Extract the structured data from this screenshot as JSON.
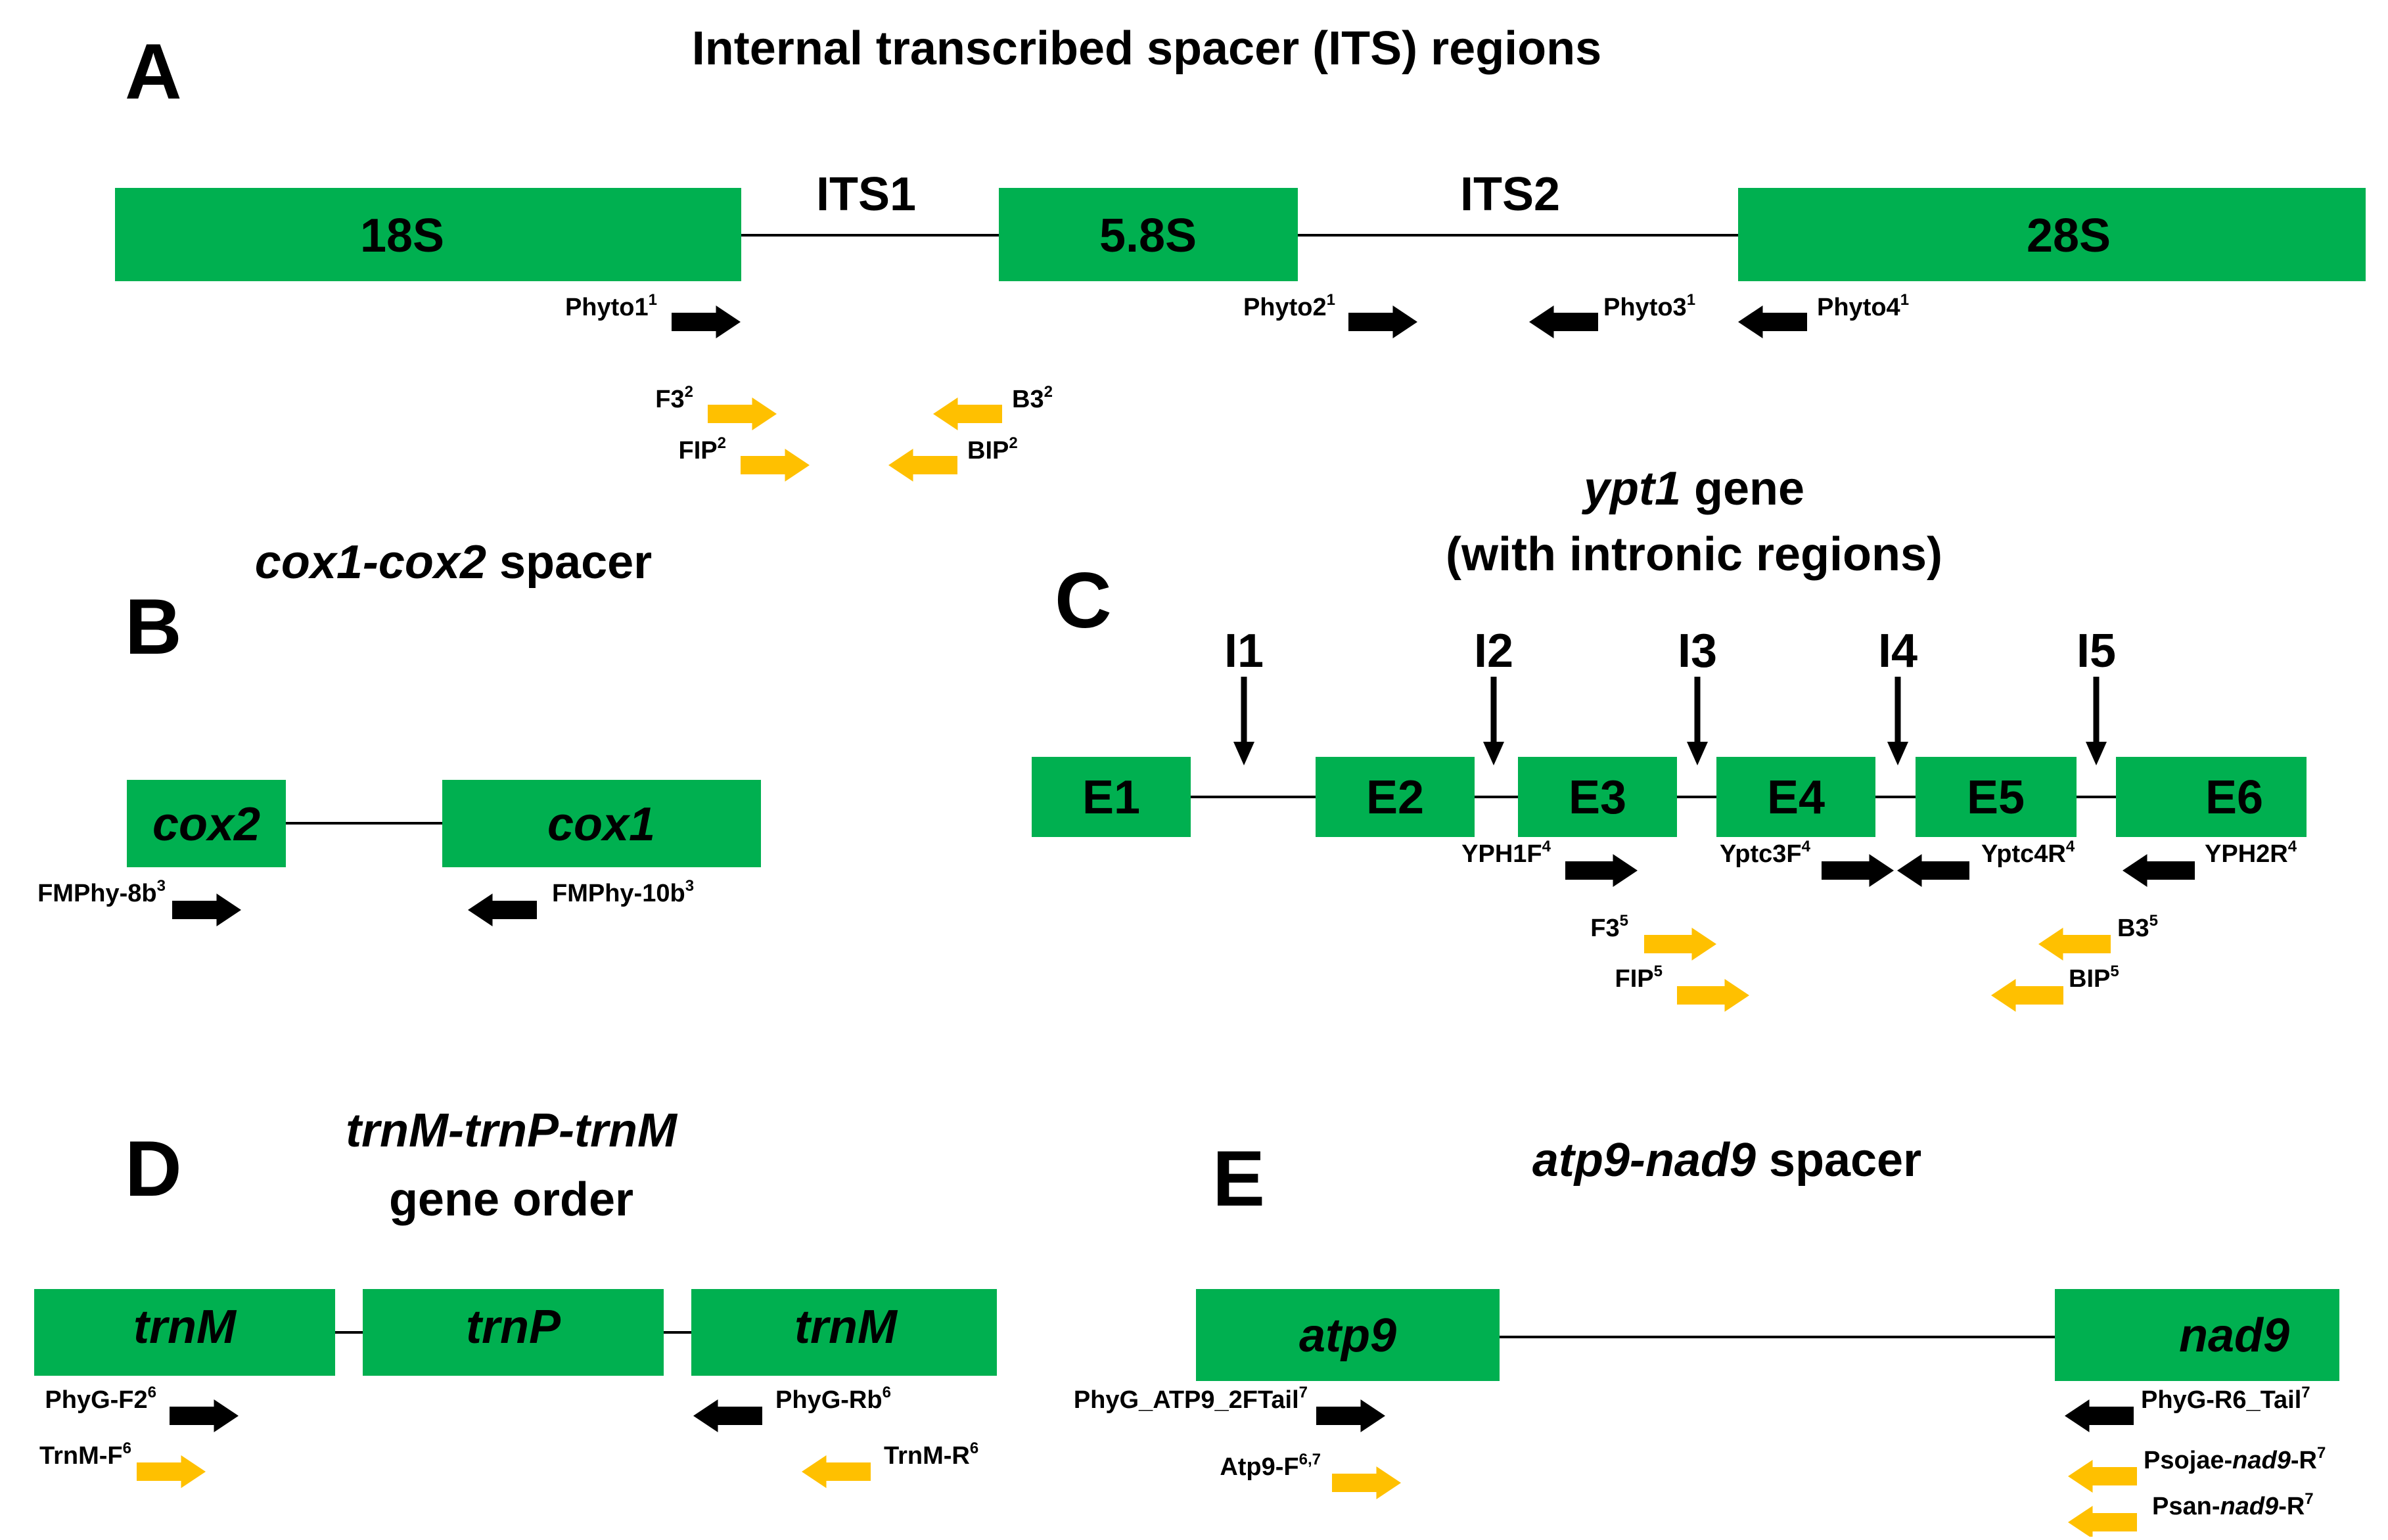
{
  "colors": {
    "gene_box": "#00B050",
    "primer_black": "#000000",
    "primer_yellow": "#FFC000",
    "line": "#000000"
  },
  "panels": {
    "A": {
      "letter": "A",
      "title": "Internal transcribed spacer (ITS) regions",
      "segments": [
        "18S",
        "5.8S",
        "28S"
      ],
      "spacers": [
        "ITS1",
        "ITS2"
      ],
      "primers": [
        {
          "name": "Phyto1",
          "sup": "1",
          "color": "black",
          "dir": "right"
        },
        {
          "name": "Phyto2",
          "sup": "1",
          "color": "black",
          "dir": "right"
        },
        {
          "name": "Phyto3",
          "sup": "1",
          "color": "black",
          "dir": "left"
        },
        {
          "name": "Phyto4",
          "sup": "1",
          "color": "black",
          "dir": "left"
        },
        {
          "name": "F3",
          "sup": "2",
          "color": "yellow",
          "dir": "right"
        },
        {
          "name": "B3",
          "sup": "2",
          "color": "yellow",
          "dir": "left"
        },
        {
          "name": "FIP",
          "sup": "2",
          "color": "yellow",
          "dir": "right"
        },
        {
          "name": "BIP",
          "sup": "2",
          "color": "yellow",
          "dir": "left"
        }
      ]
    },
    "B": {
      "letter": "B",
      "title_italic": "cox1-cox2",
      "title_rest": " spacer",
      "segments": [
        "cox2",
        "cox1"
      ],
      "primers": [
        {
          "name": "FMPhy-8b",
          "sup": "3",
          "color": "black",
          "dir": "right"
        },
        {
          "name": "FMPhy-10b",
          "sup": "3",
          "color": "black",
          "dir": "left"
        }
      ]
    },
    "C": {
      "letter": "C",
      "title_italic": "ypt1",
      "title_rest": " gene",
      "title_line2": "(with intronic regions)",
      "segments": [
        "E1",
        "E2",
        "E3",
        "E4",
        "E5",
        "E6"
      ],
      "introns": [
        "I1",
        "I2",
        "I3",
        "I4",
        "I5"
      ],
      "primers": [
        {
          "name": "YPH1F",
          "sup": "4",
          "color": "black",
          "dir": "right"
        },
        {
          "name": "Yptc3F",
          "sup": "4",
          "color": "black",
          "dir": "right"
        },
        {
          "name": "Yptc4R",
          "sup": "4",
          "color": "black",
          "dir": "left"
        },
        {
          "name": "YPH2R",
          "sup": "4",
          "color": "black",
          "dir": "left"
        },
        {
          "name": "F3",
          "sup": "5",
          "color": "yellow",
          "dir": "right"
        },
        {
          "name": "B3",
          "sup": "5",
          "color": "yellow",
          "dir": "left"
        },
        {
          "name": "FIP",
          "sup": "5",
          "color": "yellow",
          "dir": "right"
        },
        {
          "name": "BIP",
          "sup": "5",
          "color": "yellow",
          "dir": "left"
        }
      ]
    },
    "D": {
      "letter": "D",
      "title_italic": "trnM-trnP-trnM",
      "title_line2": "gene order",
      "segments": [
        "trnM",
        "trnP",
        "trnM"
      ],
      "primers": [
        {
          "name": "PhyG-F2",
          "sup": "6",
          "color": "black",
          "dir": "right"
        },
        {
          "name": "PhyG-Rb",
          "sup": "6",
          "color": "black",
          "dir": "left"
        },
        {
          "name": "TrnM-F",
          "sup": "6",
          "color": "yellow",
          "dir": "right"
        },
        {
          "name": "TrnM-R",
          "sup": "6",
          "color": "yellow",
          "dir": "left"
        }
      ]
    },
    "E": {
      "letter": "E",
      "title_italic": "atp9-nad9",
      "title_rest": " spacer",
      "segments": [
        "atp9",
        "nad9"
      ],
      "primers": [
        {
          "name": "PhyG_ATP9_2FTail",
          "sup": "7",
          "color": "black",
          "dir": "right"
        },
        {
          "name": "PhyG-R6_Tail",
          "sup": "7",
          "color": "black",
          "dir": "left"
        },
        {
          "name": "Atp9-F",
          "sup": "6,7",
          "color": "yellow",
          "dir": "right"
        },
        {
          "name_pre": "Psojae-",
          "name_ital": "nad9",
          "name_post": "-R",
          "sup": "7",
          "color": "yellow",
          "dir": "left"
        },
        {
          "name_pre": "Psan-",
          "name_ital": "nad9",
          "name_post": "-R",
          "sup": "7",
          "color": "yellow",
          "dir": "left"
        }
      ]
    }
  }
}
